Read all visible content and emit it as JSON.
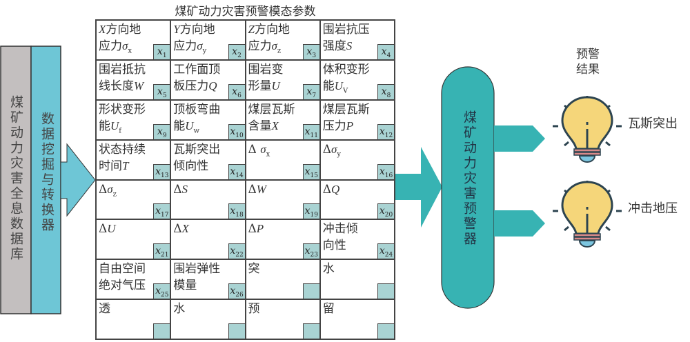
{
  "title": "煤矿动力灾害预警模态参数",
  "database_label": "煤矿动力灾害全息数据库",
  "miner_label": "数据挖掘与转换器",
  "predictor_label": "煤矿动力灾害预警器",
  "result_title": [
    "预警",
    "结果"
  ],
  "results": [
    "瓦斯突出",
    "冲击地压"
  ],
  "colors": {
    "gray": "#c3bfbf",
    "cyan": "#6ec6d6",
    "teal": "#37b3b3",
    "badge": "#a9d3d3",
    "bulb": "#f5d67a"
  },
  "cells": [
    {
      "lines": [
        [
          {
            "t": "X",
            "i": 1
          },
          {
            "t": "方向地"
          }
        ],
        [
          {
            "t": "应力"
          },
          {
            "t": "σ",
            "i": 1,
            "sub": "x"
          }
        ]
      ],
      "badge": {
        "v": "x",
        "n": "1"
      }
    },
    {
      "lines": [
        [
          {
            "t": "Y",
            "i": 1
          },
          {
            "t": "方向地"
          }
        ],
        [
          {
            "t": "应力"
          },
          {
            "t": "σ",
            "i": 1,
            "sub": "y"
          }
        ]
      ],
      "badge": {
        "v": "x",
        "n": "2"
      }
    },
    {
      "lines": [
        [
          {
            "t": "Z",
            "i": 1
          },
          {
            "t": "方向地"
          }
        ],
        [
          {
            "t": "应力"
          },
          {
            "t": "σ",
            "i": 1,
            "sub": "z"
          }
        ]
      ],
      "badge": {
        "v": "x",
        "n": "3"
      }
    },
    {
      "lines": [
        [
          {
            "t": "围岩抗压"
          }
        ],
        [
          {
            "t": "强度"
          },
          {
            "t": "S",
            "i": 1
          }
        ]
      ],
      "badge": {
        "v": "x",
        "n": "4"
      }
    },
    {
      "lines": [
        [
          {
            "t": "围岩抵抗"
          }
        ],
        [
          {
            "t": "线长度"
          },
          {
            "t": "W",
            "i": 1
          }
        ]
      ],
      "badge": {
        "v": "x",
        "n": "5"
      }
    },
    {
      "lines": [
        [
          {
            "t": "工作面顶"
          }
        ],
        [
          {
            "t": "板压力"
          },
          {
            "t": "Q",
            "i": 1
          }
        ]
      ],
      "badge": {
        "v": "x",
        "n": "6"
      }
    },
    {
      "lines": [
        [
          {
            "t": "围岩变"
          }
        ],
        [
          {
            "t": "形量"
          },
          {
            "t": "U",
            "i": 1
          }
        ]
      ],
      "badge": {
        "v": "x",
        "n": "7"
      }
    },
    {
      "lines": [
        [
          {
            "t": "体积变形"
          }
        ],
        [
          {
            "t": "能"
          },
          {
            "t": "U",
            "i": 1,
            "sub": "V"
          }
        ]
      ],
      "badge": {
        "v": "x",
        "n": "8"
      }
    },
    {
      "lines": [
        [
          {
            "t": "形状变形"
          }
        ],
        [
          {
            "t": "能"
          },
          {
            "t": "U",
            "i": 1,
            "sub": "f"
          }
        ]
      ],
      "badge": {
        "v": "x",
        "n": "9"
      }
    },
    {
      "lines": [
        [
          {
            "t": "顶板弯曲"
          }
        ],
        [
          {
            "t": "能"
          },
          {
            "t": "U",
            "i": 1,
            "sub": "w"
          }
        ]
      ],
      "badge": {
        "v": "x",
        "n": "10"
      }
    },
    {
      "lines": [
        [
          {
            "t": "煤层瓦斯"
          }
        ],
        [
          {
            "t": "含量"
          },
          {
            "t": "X",
            "i": 1
          }
        ]
      ],
      "badge": {
        "v": "x",
        "n": "11"
      }
    },
    {
      "lines": [
        [
          {
            "t": "煤层瓦斯"
          }
        ],
        [
          {
            "t": "压力"
          },
          {
            "t": "P",
            "i": 1
          }
        ]
      ],
      "badge": {
        "v": "x",
        "n": "12"
      }
    },
    {
      "lines": [
        [
          {
            "t": "状态持续"
          }
        ],
        [
          {
            "t": "时间"
          },
          {
            "t": "T",
            "i": 1
          }
        ]
      ],
      "badge": {
        "v": "x",
        "n": "13"
      }
    },
    {
      "lines": [
        [
          {
            "t": "瓦斯突出"
          }
        ],
        [
          {
            "t": "倾向性"
          }
        ]
      ],
      "badge": {
        "v": "x",
        "n": "14"
      }
    },
    {
      "lines": [
        [
          {
            "t": "Δ "
          },
          {
            "t": "σ",
            "i": 1,
            "sub": "x"
          }
        ]
      ],
      "badge": {
        "v": "x",
        "n": "15"
      }
    },
    {
      "lines": [
        [
          {
            "t": "Δ"
          },
          {
            "t": "σ",
            "i": 1,
            "sub": "y"
          }
        ]
      ],
      "badge": {
        "v": "x",
        "n": "16"
      }
    },
    {
      "lines": [
        [
          {
            "t": "Δ"
          },
          {
            "t": "σ",
            "i": 1,
            "sub": "z"
          }
        ]
      ],
      "badge": {
        "v": "x",
        "n": "17"
      }
    },
    {
      "lines": [
        [
          {
            "t": "Δ"
          },
          {
            "t": "S",
            "i": 1
          }
        ]
      ],
      "badge": {
        "v": "x",
        "n": "18"
      }
    },
    {
      "lines": [
        [
          {
            "t": "Δ"
          },
          {
            "t": "W",
            "i": 1
          }
        ]
      ],
      "badge": {
        "v": "x",
        "n": "19"
      }
    },
    {
      "lines": [
        [
          {
            "t": "Δ"
          },
          {
            "t": "Q",
            "i": 1
          }
        ]
      ],
      "badge": {
        "v": "x",
        "n": "20"
      }
    },
    {
      "lines": [
        [
          {
            "t": "Δ"
          },
          {
            "t": "U",
            "i": 1
          }
        ]
      ],
      "badge": {
        "v": "x",
        "n": "21"
      }
    },
    {
      "lines": [
        [
          {
            "t": "Δ"
          },
          {
            "t": "X",
            "i": 1
          }
        ]
      ],
      "badge": {
        "v": "x",
        "n": "22"
      }
    },
    {
      "lines": [
        [
          {
            "t": "Δ"
          },
          {
            "t": "P",
            "i": 1
          }
        ]
      ],
      "badge": {
        "v": "x",
        "n": "23"
      }
    },
    {
      "lines": [
        [
          {
            "t": "冲击倾"
          }
        ],
        [
          {
            "t": "向性"
          }
        ]
      ],
      "badge": {
        "v": "x",
        "n": "24"
      }
    },
    {
      "lines": [
        [
          {
            "t": "自由空间"
          }
        ],
        [
          {
            "t": "绝对气压"
          }
        ]
      ],
      "badge": {
        "v": "x",
        "n": "25"
      }
    },
    {
      "lines": [
        [
          {
            "t": "围岩弹性"
          }
        ],
        [
          {
            "t": "模量"
          }
        ]
      ],
      "badge": {
        "v": "x",
        "n": "26"
      }
    },
    {
      "lines": [
        [
          {
            "t": "突"
          }
        ]
      ],
      "badge": null
    },
    {
      "lines": [
        [
          {
            "t": "水"
          }
        ]
      ],
      "badge": null
    },
    {
      "lines": [
        [
          {
            "t": "透"
          }
        ]
      ],
      "badge": null
    },
    {
      "lines": [
        [
          {
            "t": "水"
          }
        ]
      ],
      "badge": null
    },
    {
      "lines": [
        [
          {
            "t": "预"
          }
        ]
      ],
      "badge": null
    },
    {
      "lines": [
        [
          {
            "t": "留"
          }
        ]
      ],
      "badge": null
    }
  ]
}
